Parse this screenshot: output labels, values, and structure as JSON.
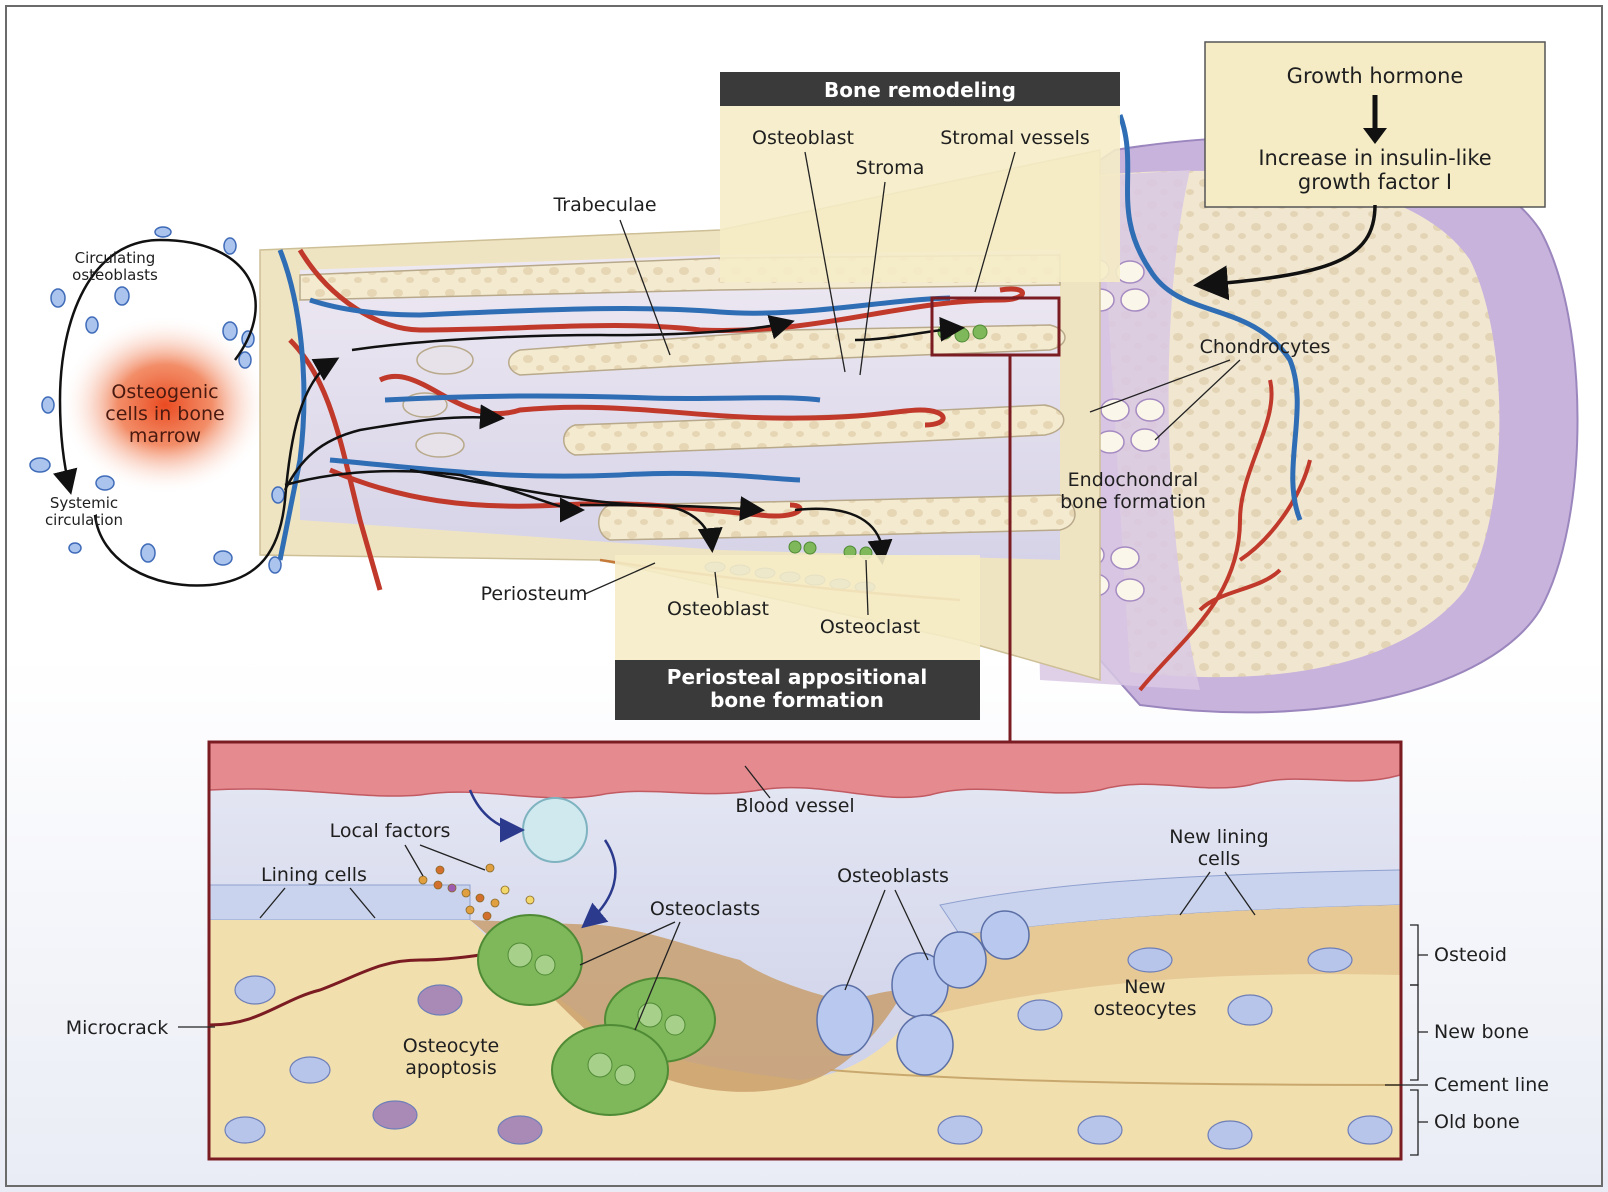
{
  "colors": {
    "frame": "#6b6b6b",
    "header_bar": "#3a3a3a",
    "tan_panel": "#f5ecc6",
    "inset_frame": "#7a1c22",
    "artery": "#c0392b",
    "vein": "#2f6db4",
    "osteoclast": "#6fa84a",
    "osteoblast": "#aabde6",
    "marrow_glow": "#ea5a2e",
    "cartilage": "#a890c6"
  },
  "top": {
    "bone_remodeling": "Bone remodeling",
    "periosteal_1": "Periosteal appositional",
    "periosteal_2": "bone formation",
    "growth_hormone": "Growth hormone",
    "igf_1": "Increase in insulin-like",
    "igf_2": "growth factor I",
    "circ_osteo_1": "Circulating",
    "circ_osteo_2": "osteoblasts",
    "osteogenic_1": "Osteogenic",
    "osteogenic_2": "cells in bone",
    "osteogenic_3": "marrow",
    "systemic_1": "Systemic",
    "systemic_2": "circulation",
    "trabeculae": "Trabeculae",
    "osteoblast_top": "Osteoblast",
    "stromal_vessels": "Stromal vessels",
    "stroma": "Stroma",
    "chondrocytes": "Chondrocytes",
    "endochondral_1": "Endochondral",
    "endochondral_2": "bone formation",
    "periosteum": "Periosteum",
    "osteoblast_bottom": "Osteoblast",
    "osteoclast_bottom": "Osteoclast"
  },
  "inset": {
    "blood_vessel": "Blood vessel",
    "local_factors": "Local factors",
    "lining_cells": "Lining cells",
    "osteoclasts": "Osteoclasts",
    "osteoblasts": "Osteoblasts",
    "new_lining_1": "New lining",
    "new_lining_2": "cells",
    "microcrack": "Microcrack",
    "osteocyte_apoptosis_1": "Osteocyte",
    "osteocyte_apoptosis_2": "apoptosis",
    "new_osteocytes_1": "New",
    "new_osteocytes_2": "osteocytes",
    "osteoid": "Osteoid",
    "new_bone": "New bone",
    "cement_line": "Cement line",
    "old_bone": "Old bone"
  }
}
